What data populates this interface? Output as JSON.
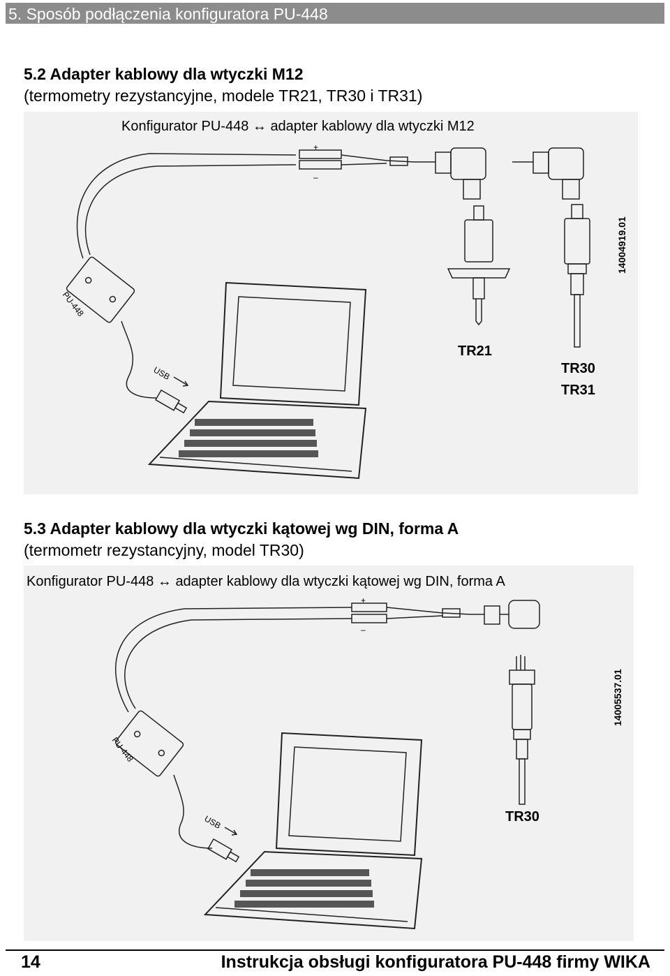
{
  "header": {
    "title": "5. Sposób podłączenia konfiguratora PU-448"
  },
  "section_52": {
    "title": "5.2 Adapter kablowy dla wtyczki M12",
    "subtitle": "(termometry rezystancyjne, modele TR21, TR30 i TR31)",
    "figure": {
      "caption": "Konfigurator PU-448 ↔ adapter kablowy dla wtyczki M12",
      "plus": "+",
      "minus": "–",
      "box_label": "PU-448",
      "usb_label": "USB",
      "sensor_label_1": "TR21",
      "sensor_label_2a": "TR30",
      "sensor_label_2b": "TR31",
      "drawing_number": "14004919.01"
    }
  },
  "section_53": {
    "title": "5.3 Adapter kablowy dla wtyczki kątowej wg DIN, forma A",
    "subtitle": "(termometr rezystancyjny, model TR30)",
    "figure": {
      "caption": "Konfigurator PU-448 ↔ adapter kablowy dla wtyczki kątowej wg DIN, forma A",
      "plus": "+",
      "minus": "–",
      "box_label": "PU-448",
      "usb_label": "USB",
      "sensor_label": "TR30",
      "drawing_number": "14005537.01"
    }
  },
  "footer": {
    "page_number": "14",
    "text": "Instrukcja obsługi konfiguratora PU-448 firmy WIKA"
  }
}
